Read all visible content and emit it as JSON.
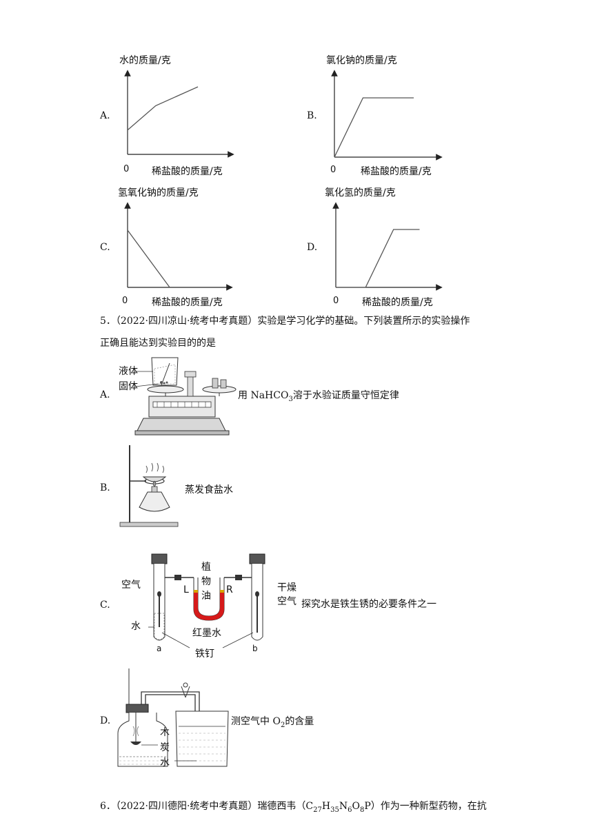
{
  "charts": [
    {
      "option_label": "A.",
      "ylabel": "水的质量/克",
      "xlabel": "稀盐酸的质量/克",
      "origin": "0"
    },
    {
      "option_label": "B.",
      "ylabel": "氯化钠的质量/克",
      "xlabel": "稀盐酸的质量/克",
      "origin": "0"
    },
    {
      "option_label": "C.",
      "ylabel": "氢氧化钠的质量/克",
      "xlabel": "稀盐酸的质量/克",
      "origin": "0"
    },
    {
      "option_label": "D.",
      "ylabel": "氯化氢的质量/克",
      "xlabel": "稀盐酸的质量/克",
      "origin": "0"
    }
  ],
  "chart_data": [
    {
      "type": "line",
      "ylabel": "水的质量/克",
      "xlabel": "稀盐酸的质量/克",
      "x": [
        0,
        0.4,
        1
      ],
      "y": [
        0.36,
        0.72,
        1
      ]
    },
    {
      "type": "line",
      "ylabel": "氯化钠的质量/克",
      "xlabel": "稀盐酸的质量/克",
      "x": [
        0,
        0.36,
        1
      ],
      "y": [
        0,
        1,
        1
      ]
    },
    {
      "type": "line",
      "ylabel": "氢氧化钠的质量/克",
      "xlabel": "稀盐酸的质量/克",
      "x": [
        0,
        0.47
      ],
      "y": [
        1,
        0
      ]
    },
    {
      "type": "line",
      "ylabel": "氯化氢的质量/克",
      "xlabel": "稀盐酸的质量/克",
      "x": [
        0,
        0.32,
        0.62,
        0.9
      ],
      "y": [
        0,
        0,
        1,
        1
      ]
    }
  ],
  "q5": {
    "line1": "5．（2022·四川凉山·统考中考真题）实验是学习化学的基础。下列装置所示的实验操作",
    "line2": "正确且能达到实验目的的是",
    "options": [
      {
        "label": "A.",
        "caption_pre": "用 NaHCO",
        "caption_sub": "3",
        "caption_post": "溶于水验证质量守恒定律",
        "annotations": {
          "liquid": "液体",
          "solid": "固体"
        }
      },
      {
        "label": "B.",
        "caption": "蒸发食盐水"
      },
      {
        "label": "C.",
        "caption": "探究水是铁生锈的必要条件之一",
        "annotations": {
          "air": "空气",
          "water": "水",
          "oil1": "植",
          "oil2": "物",
          "oil3": "油",
          "L": "L",
          "R": "R",
          "ink": "红墨水",
          "nail": "铁钉",
          "dry1": "干燥",
          "dry2": "空气",
          "a": "a",
          "b": "b"
        }
      },
      {
        "label": "D.",
        "caption_pre": "测空气中 O",
        "caption_sub": "2",
        "caption_post": "的含量",
        "annotations": {
          "c1": "木",
          "c2": "炭",
          "c3": "水"
        }
      }
    ]
  },
  "q6": {
    "pre": "6．（2022·四川德阳·统考中考真题）瑞德西韦（C",
    "s1": "27",
    "m1": "H",
    "s2": "35",
    "m2": "N",
    "s3": "6",
    "m3": "O",
    "s4": "8",
    "post": "P）作为一种新型药物，在抗"
  }
}
